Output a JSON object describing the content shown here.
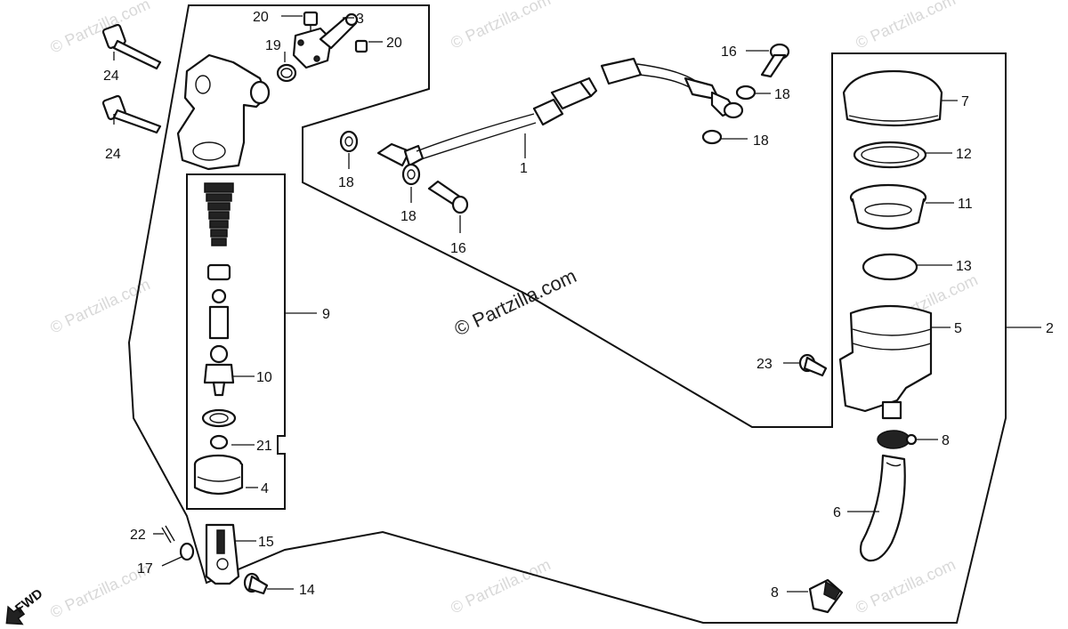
{
  "watermark": {
    "center": "© Partzilla.com",
    "repeat": "© Partzilla.com"
  },
  "direction": {
    "label": "FWD"
  },
  "callouts": {
    "p1": "1",
    "p2": "2",
    "p3": "3",
    "p4": "4",
    "p5": "5",
    "p6": "6",
    "p7": "7",
    "p8a": "8",
    "p8b": "8",
    "p9": "9",
    "p10": "10",
    "p11": "11",
    "p12": "12",
    "p13": "13",
    "p14": "14",
    "p15": "15",
    "p16a": "16",
    "p16b": "16",
    "p17": "17",
    "p18a": "18",
    "p18b": "18",
    "p18c": "18",
    "p18d": "18",
    "p19": "19",
    "p20a": "20",
    "p20b": "20",
    "p21": "21",
    "p22": "22",
    "p23": "23",
    "p24a": "24",
    "p24b": "24"
  }
}
